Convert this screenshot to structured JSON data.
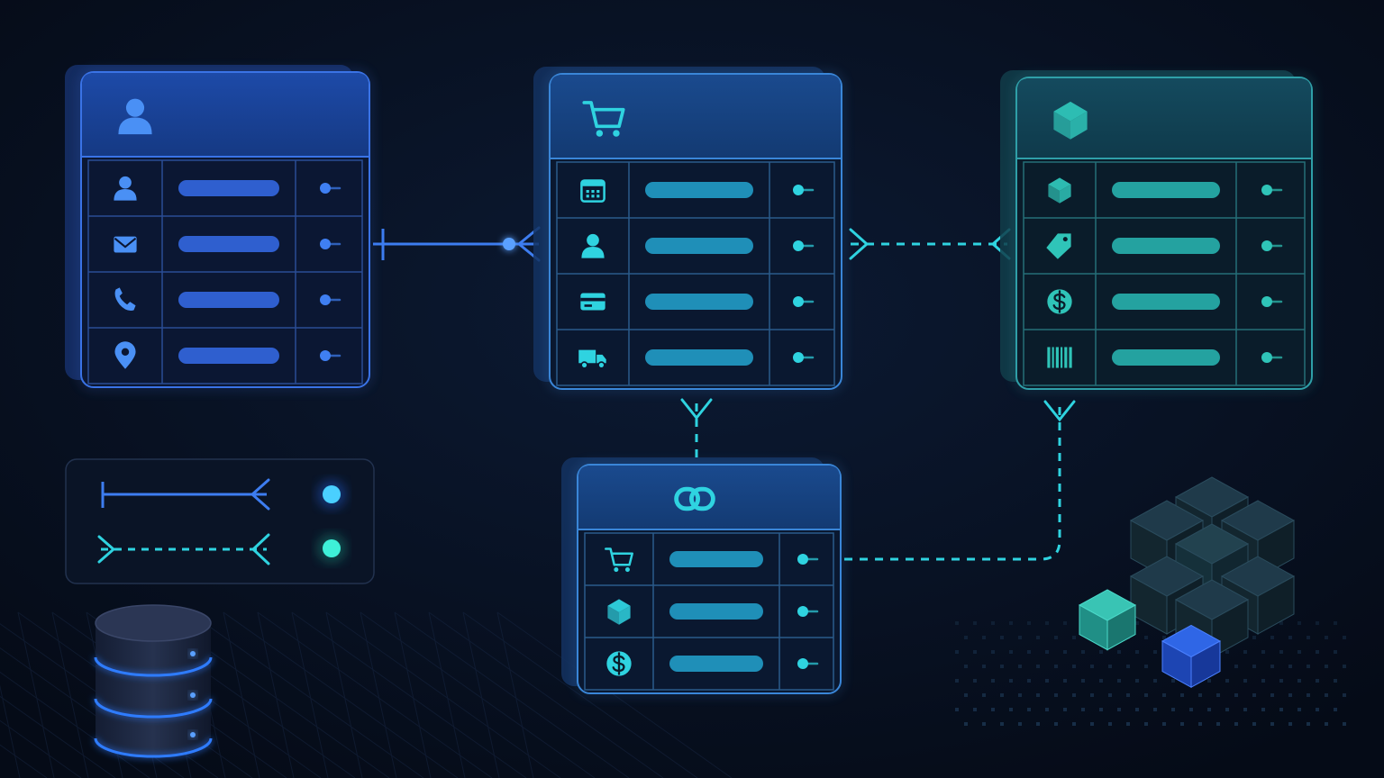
{
  "colors": {
    "background": "#060d1c",
    "blue_accent": "#3d7df0",
    "cyan_accent": "#2fd3e0",
    "teal_accent": "#2fc4b8",
    "green_accent": "#38d9a9"
  },
  "tables": [
    {
      "id": "customer",
      "theme": "blue",
      "header_icon": "user-icon",
      "rows": [
        {
          "icon": "user-icon"
        },
        {
          "icon": "mail-icon"
        },
        {
          "icon": "phone-icon"
        },
        {
          "icon": "location-pin-icon"
        }
      ]
    },
    {
      "id": "order",
      "theme": "cyan",
      "header_icon": "cart-icon",
      "rows": [
        {
          "icon": "calendar-icon"
        },
        {
          "icon": "user-icon"
        },
        {
          "icon": "credit-card-icon"
        },
        {
          "icon": "truck-icon"
        }
      ]
    },
    {
      "id": "product",
      "theme": "teal",
      "header_icon": "cube-icon",
      "rows": [
        {
          "icon": "cube-icon"
        },
        {
          "icon": "tag-icon"
        },
        {
          "icon": "dollar-icon"
        },
        {
          "icon": "barcode-icon"
        }
      ]
    },
    {
      "id": "order-item",
      "theme": "cyan",
      "header_icon": "link-icon",
      "rows": [
        {
          "icon": "cart-icon"
        },
        {
          "icon": "cube-icon"
        },
        {
          "icon": "dollar-icon"
        }
      ]
    }
  ],
  "relationships": [
    {
      "from": "customer",
      "to": "order",
      "style": "solid",
      "from_end": "one",
      "to_end": "many"
    },
    {
      "from": "order",
      "to": "product",
      "style": "dashed",
      "from_end": "many",
      "to_end": "many"
    },
    {
      "from": "order",
      "to": "order-item",
      "style": "dashed",
      "from_end": "line",
      "to_end": "many"
    },
    {
      "from": "product",
      "to": "order-item",
      "style": "dashed",
      "from_end": "many",
      "to_end": "line"
    }
  ],
  "legend": {
    "items": [
      {
        "style": "solid",
        "marker": "one-to-many"
      },
      {
        "style": "dashed",
        "marker": "many-to-many"
      }
    ]
  },
  "decorations": [
    "database-icon",
    "cube-cluster"
  ]
}
